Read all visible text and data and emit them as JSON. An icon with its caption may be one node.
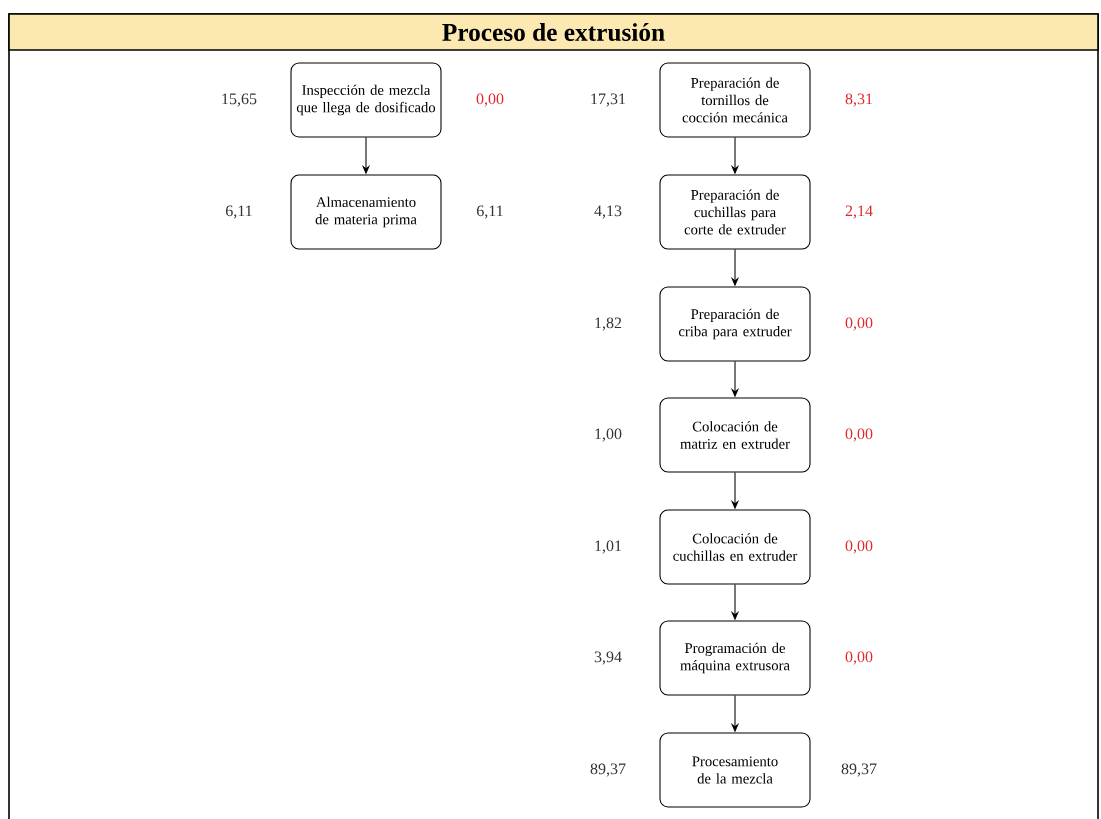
{
  "diagram": {
    "title": "Proceso de extrusión",
    "nodes": [
      {
        "text": [
          "Inspección de mezcla que llega de dosificado"
        ],
        "beside": [
          "15,65",
          "0,00"
        ]
      },
      {
        "text": [
          "Almacenamiento de materia prima"
        ],
        "beside": [
          "6,11",
          "6,11"
        ]
      },
      {
        "text": [
          "Preparación de tornillos de cocción mecánica"
        ],
        "beside": [
          "17,31",
          "8,31"
        ]
      },
      {
        "text": [
          "Preparación de cuchillas para corte de extruder"
        ],
        "beside": [
          "4,13",
          "2,14"
        ]
      },
      {
        "text": [
          "Preparación de criba para extruder"
        ],
        "beside": [
          "1,82",
          "0,00"
        ]
      },
      {
        "text": [
          "Colocación de matriz en extruder"
        ],
        "beside": [
          "1,00",
          "0,00"
        ]
      },
      {
        "text": [
          "Colocación de cuchillas en extruder"
        ],
        "beside": [
          "1,01",
          "0,00"
        ]
      },
      {
        "text": [
          "Programación de máquina extrusora"
        ],
        "beside": [
          "3,94",
          "0,00"
        ]
      },
      {
        "text": [
          "Procesamiento de la mezcla"
        ],
        "beside": [
          "89,37",
          "89,37"
        ]
      }
    ],
    "edges": [
      {
        "from": 0,
        "to": 1,
        "arrow": "to"
      },
      {
        "from": 2,
        "to": 3,
        "arrow": "to"
      },
      {
        "from": 3,
        "to": 4,
        "arrow": "to"
      },
      {
        "from": 4,
        "to": 5,
        "arrow": "to"
      },
      {
        "from": 5,
        "to": 6,
        "arrow": "to"
      },
      {
        "from": 6,
        "to": 7,
        "arrow": "to"
      },
      {
        "from": 7,
        "to": 8,
        "arrow": "to"
      }
    ]
  }
}
